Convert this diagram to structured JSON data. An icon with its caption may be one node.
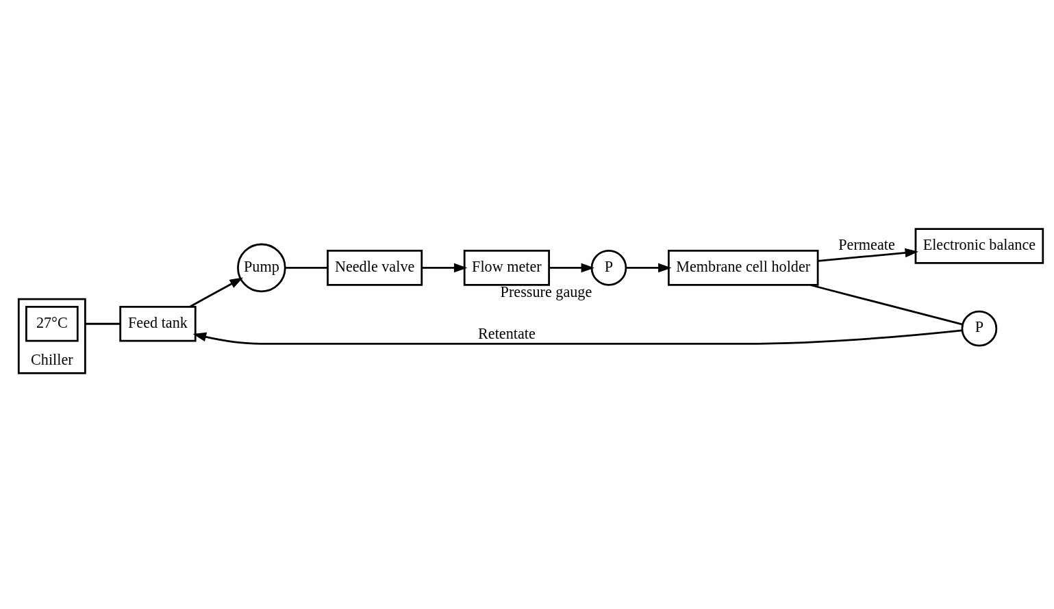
{
  "diagram": {
    "nodes": [
      {
        "text": [
          "Chiller"
        ]
      },
      {
        "text": [
          "27°C"
        ],
        "in": 0
      },
      {
        "text": [
          "Feed tank"
        ]
      },
      {
        "text": [
          "Pump"
        ]
      },
      {
        "text": [
          "Needle valve"
        ]
      },
      {
        "text": [
          "Flow meter"
        ]
      },
      {
        "text": [
          "P"
        ],
        "beside": [
          "Pressure gauge"
        ]
      },
      {
        "text": [
          "Membrane cell holder"
        ]
      },
      {
        "text": [
          "P"
        ]
      },
      {
        "text": [
          "Electronic balance"
        ]
      }
    ],
    "edges": [
      {
        "from": 0,
        "to": 2,
        "arrow": "none"
      },
      {
        "from": 2,
        "to": 3,
        "arrow": "to"
      },
      {
        "from": 3,
        "to": 4,
        "arrow": "none"
      },
      {
        "from": 4,
        "to": 5,
        "arrow": "to"
      },
      {
        "from": 5,
        "to": 6,
        "arrow": "to"
      },
      {
        "from": 6,
        "to": 7,
        "arrow": "to"
      },
      {
        "from": 7,
        "to": 8,
        "arrow": "none"
      },
      {
        "from": 8,
        "to": 2,
        "arrow": "to",
        "label": "Retentate"
      },
      {
        "from": 7,
        "to": 9,
        "arrow": "to",
        "label": "Permeate"
      }
    ]
  }
}
